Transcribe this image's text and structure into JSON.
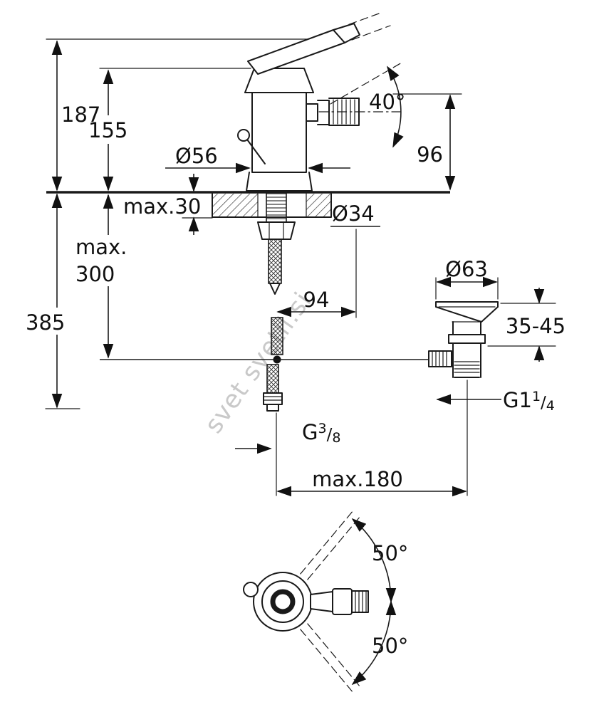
{
  "watermark": "svet svetil.si",
  "labels": {
    "height_total": "187",
    "height_body": "155",
    "body_diameter": "Ø56",
    "spray_angle": "40°",
    "spout_height": "96",
    "deck_max": "max.30",
    "hole_diameter": "Ø34",
    "hose_max_line1": "max.",
    "hose_max_line2": "300",
    "overall_height": "385",
    "drain_flange_diameter": "Ø63",
    "drain_deck_range": "35-45",
    "center_distance": "94",
    "drain_thread": {
      "base": "G1",
      "num": "1",
      "slash": "/",
      "den": "4"
    },
    "hose_thread": {
      "base": "G",
      "num": "3",
      "slash": "/",
      "den": "8"
    },
    "max_reach": "max.180",
    "swivel_upper": "50°",
    "swivel_lower": "50°"
  },
  "colors": {
    "line": "#1a1a1a",
    "watermark": "#c9c9c9",
    "background": "#ffffff"
  }
}
